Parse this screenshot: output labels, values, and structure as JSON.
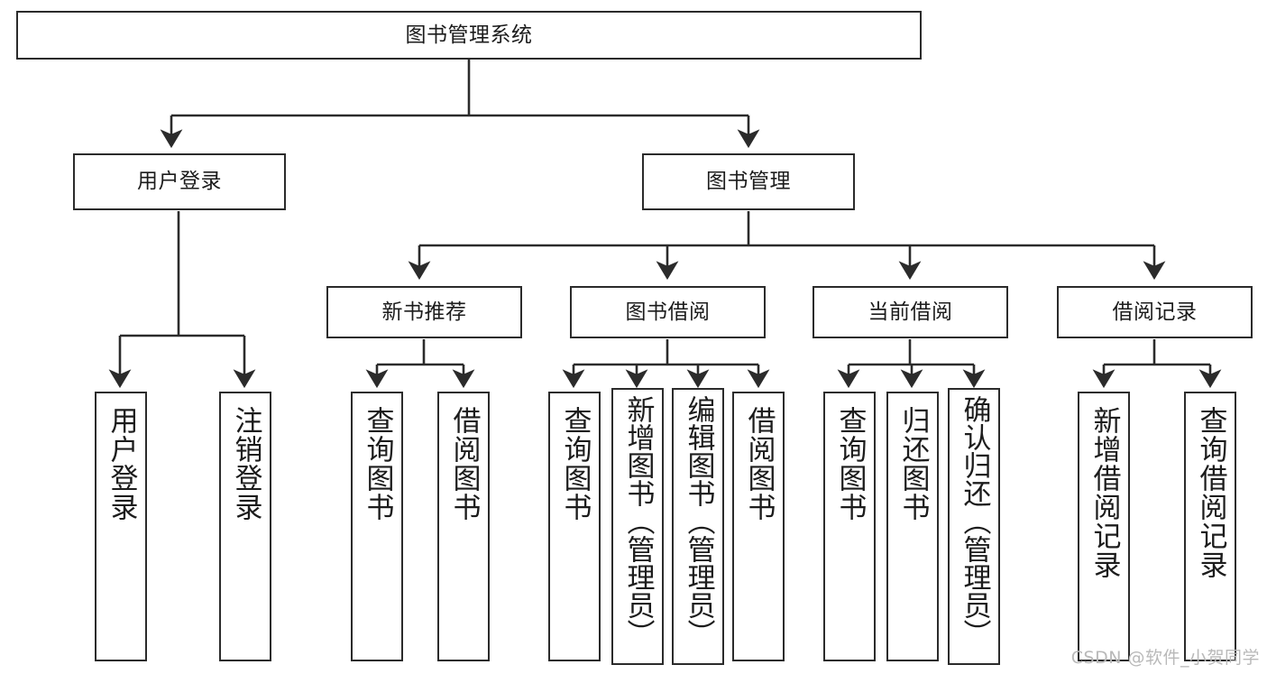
{
  "diagram": {
    "title": "图书管理系统",
    "watermark": "CSDN @软件_小贺同学",
    "root": {
      "label": "图书管理系统"
    },
    "level2": [
      {
        "label": "用户登录"
      },
      {
        "label": "图书管理"
      }
    ],
    "level3": [
      {
        "label": "新书推荐"
      },
      {
        "label": "图书借阅"
      },
      {
        "label": "当前借阅"
      },
      {
        "label": "借阅记录"
      }
    ],
    "leaves": {
      "user_login": [
        {
          "label": "用户登录"
        },
        {
          "label": "注销登录"
        }
      ],
      "new_book_recommend": [
        {
          "label": "查询图书"
        },
        {
          "label": "借阅图书"
        }
      ],
      "book_borrow": [
        {
          "label": "查询图书"
        },
        {
          "label": "新增图书（管理员）"
        },
        {
          "label": "编辑图书（管理员）"
        },
        {
          "label": "借阅图书"
        }
      ],
      "current_borrow": [
        {
          "label": "查询图书"
        },
        {
          "label": "归还图书"
        },
        {
          "label": "确认归还（管理员）"
        }
      ],
      "borrow_record": [
        {
          "label": "新增借阅记录"
        },
        {
          "label": "查询借阅记录"
        }
      ]
    },
    "colors": {
      "stroke": "#2b2b2b",
      "background": "#ffffff",
      "text": "#1c1c1c",
      "watermark": "#b9b9b9"
    }
  }
}
